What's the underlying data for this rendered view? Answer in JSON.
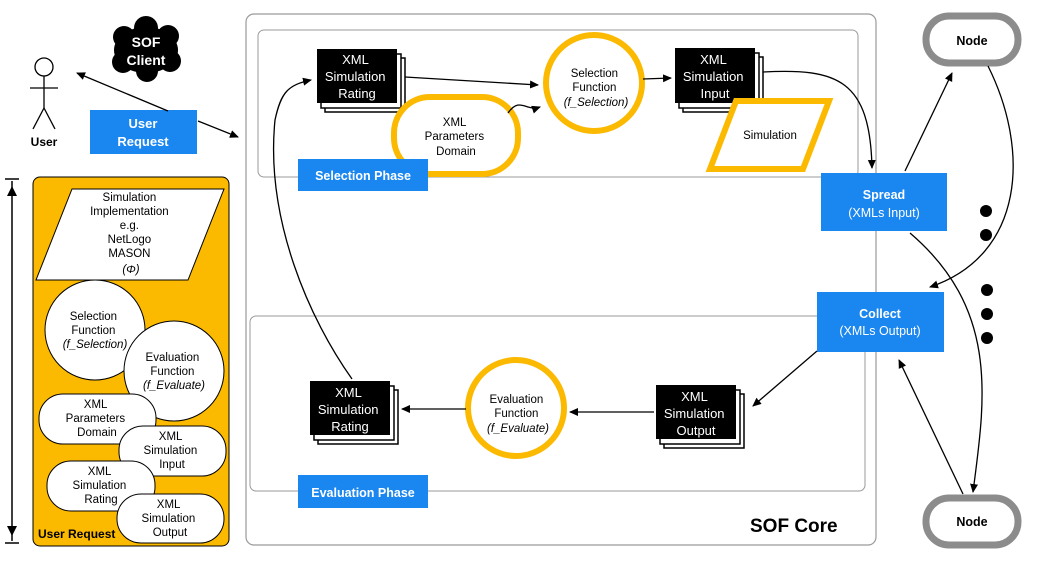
{
  "client": {
    "line1": "SOF",
    "line2": "Client"
  },
  "user": {
    "label": "User"
  },
  "user_request_box": {
    "line1": "User",
    "line2": "Request"
  },
  "panel": {
    "title": "User Request",
    "sim_impl": [
      "Simulation",
      "Implementation",
      "e.g.",
      "NetLogo",
      "MASON",
      "(Φ)"
    ],
    "selection_fn": [
      "Selection",
      "Function",
      "(f_Selection)"
    ],
    "evaluation_fn": [
      "Evaluation",
      "Function",
      "(f_Evaluate)"
    ],
    "params_domain": [
      "XML",
      "Parameters",
      "Domain"
    ],
    "sim_input": [
      "XML",
      "Simulation",
      "Input"
    ],
    "sim_rating": [
      "XML",
      "Simulation",
      "Rating"
    ],
    "sim_output": [
      "XML",
      "Simulation",
      "Output"
    ]
  },
  "core": {
    "title": "SOF Core"
  },
  "selection_phase": {
    "label": "Selection Phase",
    "rating": [
      "XML",
      "Simulation",
      "Rating"
    ],
    "params_domain": [
      "XML",
      "Parameters",
      "Domain"
    ],
    "selection_fn": [
      "Selection",
      "Function",
      "(f_Selection)"
    ],
    "sim_input": [
      "XML",
      "Simulation",
      "Input"
    ],
    "simulation": "Simulation"
  },
  "evaluation_phase": {
    "label": "Evaluation Phase",
    "rating": [
      "XML",
      "Simulation",
      "Rating"
    ],
    "evaluation_fn": [
      "Evaluation",
      "Function",
      "(f_Evaluate)"
    ],
    "sim_output": [
      "XML",
      "Simulation",
      "Output"
    ]
  },
  "spread": {
    "title": "Spread",
    "subtitle": "(XMLs Input)"
  },
  "collect": {
    "title": "Collect",
    "subtitle": "(XMLs Output)"
  },
  "nodes": {
    "top": "Node",
    "bottom": "Node"
  },
  "colors": {
    "blue": "#1a86f0",
    "yellow": "#fbb900",
    "black": "#000000",
    "gray": "#8c8c8c"
  }
}
